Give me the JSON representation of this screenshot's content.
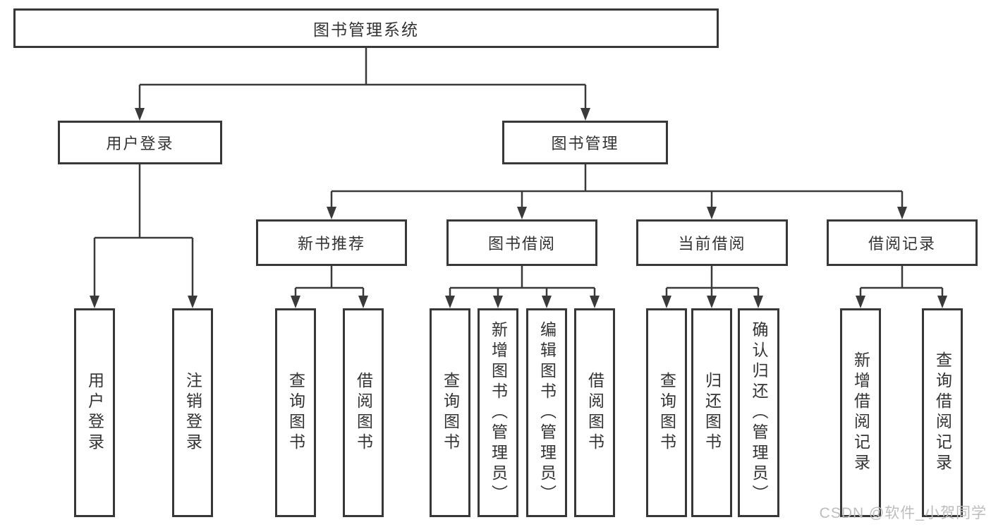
{
  "diagram_title": "图书管理系统",
  "tree": {
    "root": {
      "label": "图书管理系统",
      "children": [
        {
          "label": "用户登录",
          "children": [
            {
              "label": "用户登录"
            },
            {
              "label": "注销登录"
            }
          ]
        },
        {
          "label": "图书管理",
          "children": [
            {
              "label": "新书推荐",
              "children": [
                {
                  "label": "查询图书"
                },
                {
                  "label": "借阅图书"
                }
              ]
            },
            {
              "label": "图书借阅",
              "children": [
                {
                  "label": "查询图书"
                },
                {
                  "label": "新增图书（管理员）"
                },
                {
                  "label": "编辑图书（管理员）"
                },
                {
                  "label": "借阅图书"
                }
              ]
            },
            {
              "label": "当前借阅",
              "children": [
                {
                  "label": "查询图书"
                },
                {
                  "label": "归还图书"
                },
                {
                  "label": "确认归还（管理员）"
                }
              ]
            },
            {
              "label": "借阅记录",
              "children": [
                {
                  "label": "新增借阅记录"
                },
                {
                  "label": "查询借阅记录"
                }
              ]
            }
          ]
        }
      ]
    }
  },
  "watermark": {
    "text": "CSDN @软件_小贺同学"
  },
  "colors": {
    "line": "#3a3a3a",
    "box_border": "#383838",
    "text": "#333333",
    "background": "#ffffff",
    "watermark": "#bdbdbd"
  }
}
